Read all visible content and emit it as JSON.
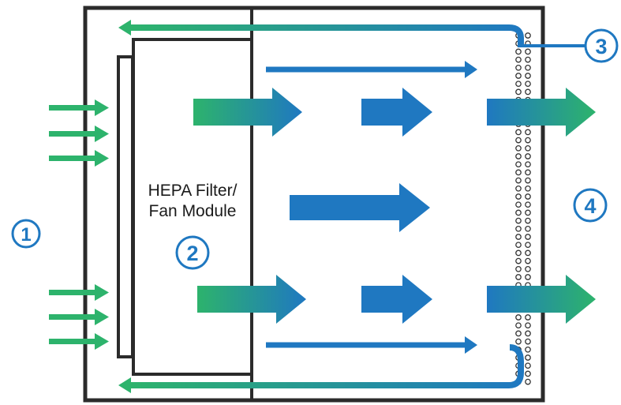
{
  "diagram": {
    "module_label_line1": "HEPA Filter/",
    "module_label_line2": "Fan Module",
    "callouts": {
      "inlet": "1",
      "filter_fan": "2",
      "perforation": "3",
      "outlet": "4"
    },
    "colors": {
      "green": "#2db36c",
      "blue": "#1f78c1",
      "outline": "#2b2b2b",
      "hole_outline": "#333333"
    }
  }
}
